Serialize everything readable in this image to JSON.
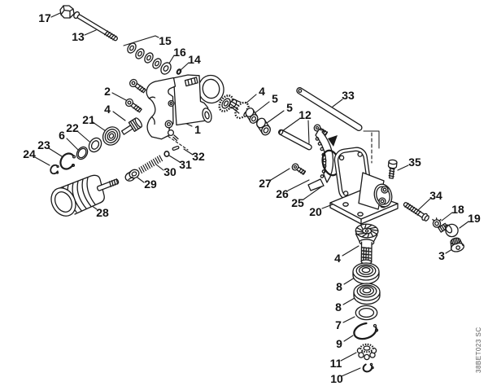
{
  "diagram": {
    "kind": "exploded-parts-diagram",
    "watermark": "38BET023 SC"
  },
  "labels": {
    "n1": "1",
    "n2": "2",
    "n3": "3",
    "n4a": "4",
    "n4b": "4",
    "n4c": "4",
    "n5a": "5",
    "n5b": "5",
    "n6": "6",
    "n7": "7",
    "n8a": "8",
    "n8b": "8",
    "n9": "9",
    "n10": "10",
    "n11": "11",
    "n12": "12",
    "n13": "13",
    "n14": "14",
    "n15": "15",
    "n16": "16",
    "n17": "17",
    "n18": "18",
    "n19": "19",
    "n20": "20",
    "n21": "21",
    "n22": "22",
    "n23": "23",
    "n24": "24",
    "n25": "25",
    "n26": "26",
    "n27": "27",
    "n28": "28",
    "n29": "29",
    "n30": "30",
    "n31": "31",
    "n32": "32",
    "n33": "33",
    "n34": "34",
    "n35": "35"
  }
}
